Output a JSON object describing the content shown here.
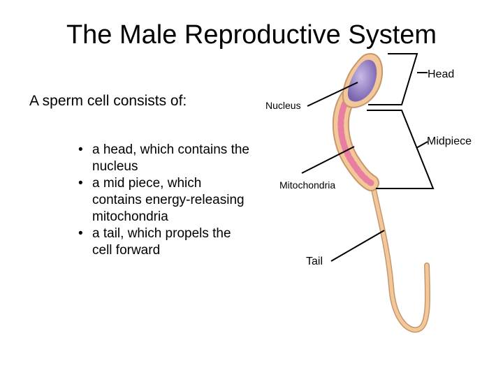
{
  "slide": {
    "title": "The Male Reproductive System",
    "subheading": "A sperm cell consists of:",
    "bullets": [
      "a head, which contains the nucleus",
      "a mid piece, which contains energy-releasing mitochondria",
      "a tail, which propels the cell forward"
    ]
  },
  "diagram": {
    "labels": {
      "head": "Head",
      "nucleus": "Nucleus",
      "midpiece": "Midpiece",
      "mitochondria": "Mitochondria",
      "tail": "Tail"
    },
    "colors": {
      "cell_body": "#f2c79a",
      "cell_outline": "#c8966a",
      "nucleus": "#9b86c7",
      "mitochondria": "#e97fa0",
      "leader_lines": "#000000"
    }
  }
}
